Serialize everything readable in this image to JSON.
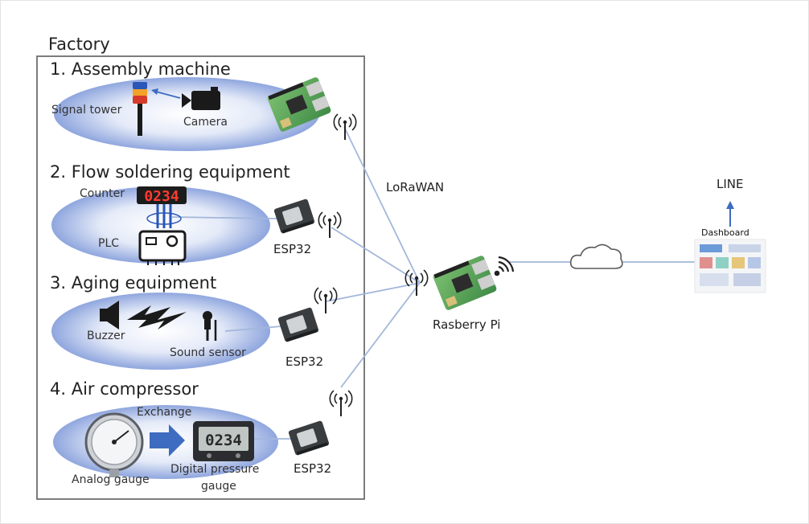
{
  "factory_label": "Factory",
  "sections": [
    {
      "title": "1. Assembly machine",
      "labels": [
        "Signal tower",
        "Camera"
      ]
    },
    {
      "title": "2. Flow soldering equipment",
      "labels": [
        "Counter",
        "PLC",
        "ESP32"
      ],
      "counter_value": "0234"
    },
    {
      "title": "3. Aging equipment",
      "labels": [
        "Buzzer",
        "Sound sensor",
        "ESP32"
      ]
    },
    {
      "title": "4. Air compressor",
      "labels": [
        "Exchange",
        "Analog gauge",
        "Digital pressure",
        "gauge",
        "ESP32"
      ],
      "display_value": "0234"
    }
  ],
  "network": {
    "protocol": "LoRaWAN",
    "gateway": "Rasberry Pi",
    "dashboard": "Dashboard",
    "notify": "LINE"
  },
  "colors": {
    "ellipse": "#7f98d8",
    "line": "#a3b7dc",
    "arrow": "#3d6cc0",
    "counter_red": "#ff3b2f"
  }
}
